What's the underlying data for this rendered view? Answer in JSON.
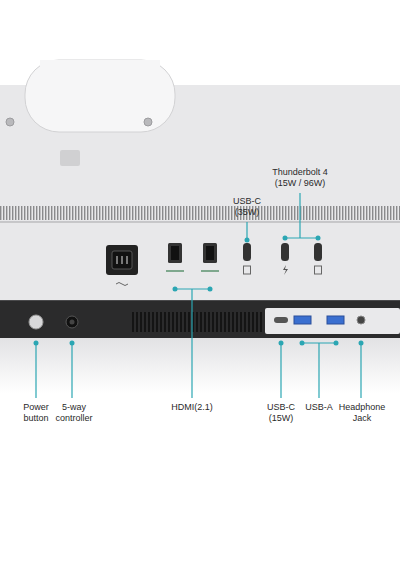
{
  "diagram": {
    "labels": [
      "USB-C (35W)",
      "Thunderbolt 4 (15W / 96W)",
      "Power button",
      "5-way controller",
      "HDMI(2.1)",
      "USB-C (15W)",
      "USB-A",
      "Headphone Jack"
    ]
  }
}
